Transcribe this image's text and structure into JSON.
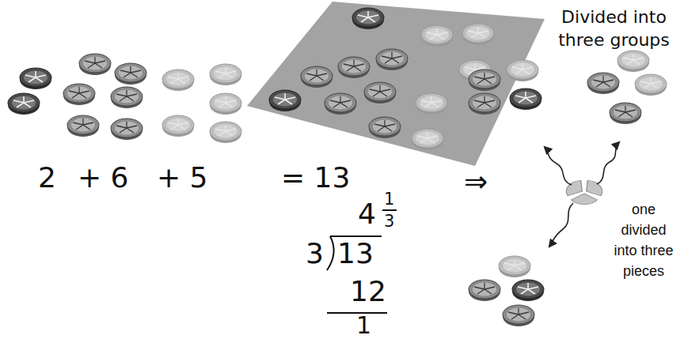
{
  "diagram": {
    "labels": [
      "Divided into three groups",
      "2",
      "+ 6",
      "+ 5",
      "= 13",
      "⇒",
      "4",
      "1",
      "3",
      "3",
      "13",
      "12",
      "1",
      "one divided into three pieces"
    ]
  }
}
